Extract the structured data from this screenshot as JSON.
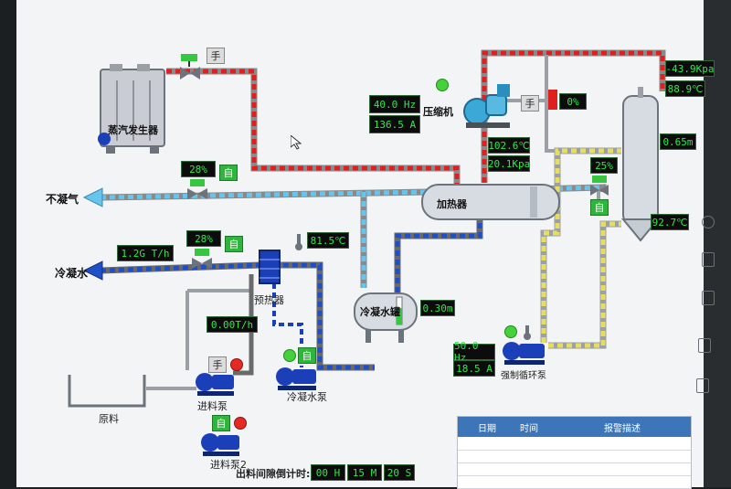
{
  "equipment": {
    "steam_generator": "蒸汽发生器",
    "compressor": "压缩机",
    "heater": "加热器",
    "preheater": "预热器",
    "condensate_tank": "冷凝水罐",
    "feed_pump": "进料泵",
    "feed_pump_2": "进料泵2",
    "condensate_pump": "冷凝水泵",
    "forced_circ_pump": "强制循环泵",
    "raw_material": "原料"
  },
  "streams": {
    "non_condensable": "不凝气",
    "condensate_water": "冷凝水"
  },
  "mode": {
    "manual": "手",
    "auto": "自"
  },
  "readings": {
    "steam_valve_open": "28%",
    "condensate_valve_open": "28%",
    "condensate_flow": "1.2G T/h",
    "preheat_temp": "81.5℃",
    "feed_flow": "0.00T/h",
    "condensate_tank_level": "0.30m",
    "compressor_freq": "40.0 Hz",
    "compressor_current": "136.5 A",
    "heater_temp": "102.6℃",
    "heater_pressure": "20.1Kpa",
    "vent_valve_open": "0%",
    "separator_pressure": "-43.9Kpa",
    "separator_temp": "88.9℃",
    "separator_level": "0.65m",
    "feed_valve_open": "25%",
    "product_temp": "92.7℃",
    "circ_pump_freq": "50.0 Hz",
    "circ_pump_current": "18.5 A"
  },
  "countdown": {
    "label": "出料间隙倒计时:",
    "hours": "00 H",
    "minutes": "15 M",
    "seconds": "20 S"
  },
  "alarm_table": {
    "columns": [
      "日期",
      "时间",
      "报警描述"
    ]
  },
  "colors": {
    "steam_pipe": "#e02020",
    "vapor_pipe": "#5ab7e0",
    "condensate_pipe": "#2050c8",
    "feed_pipe": "#e8e070",
    "pump_blue": "#1a3fb8",
    "display_green": "#2ee84b"
  }
}
